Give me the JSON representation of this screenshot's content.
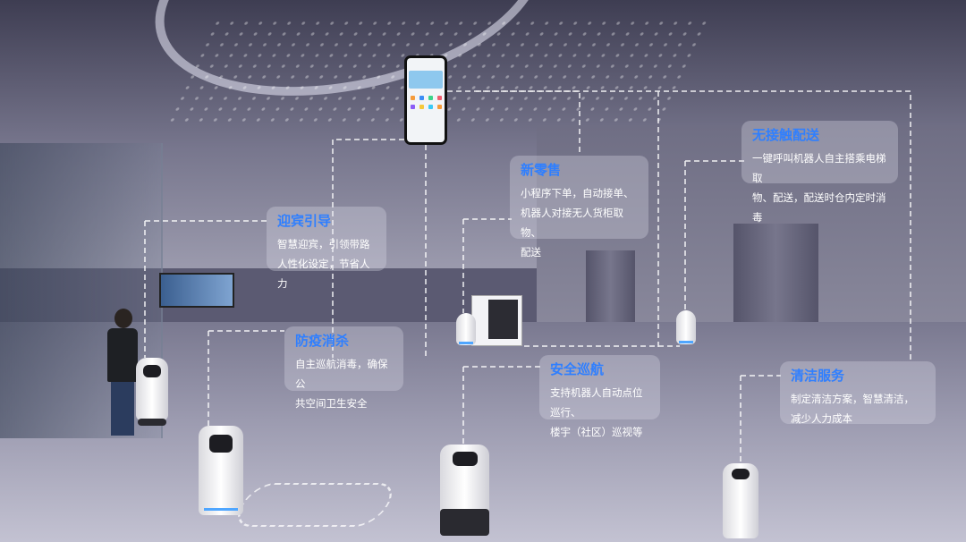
{
  "cards": {
    "welcome": {
      "title": "迎宾引导",
      "desc": "智慧迎宾，引领带路\n人性化设定，节省人力"
    },
    "disinfect": {
      "title": "防疫消杀",
      "desc": "自主巡航消毒，确保公\n共空间卫生安全"
    },
    "retail": {
      "title": "新零售",
      "desc": "小程序下单，自动接单、\n机器人对接无人货柜取物、\n配送"
    },
    "security": {
      "title": "安全巡航",
      "desc": "支持机器人自动点位巡行、\n楼宇（社区）巡视等"
    },
    "delivery": {
      "title": "无接触配送",
      "desc": "一键呼叫机器人自主搭乘电梯取\n物、配送，配送时仓内定时消毒"
    },
    "cleaning": {
      "title": "清洁服务",
      "desc": "制定清洁方案，智慧清洁，\n减少人力成本"
    }
  },
  "icons": {
    "phone": "smartphone-icon",
    "robot": "service-robot-icon",
    "vending": "vending-machine-icon"
  },
  "colors": {
    "title": "#2f7fff",
    "card_bg": "rgba(220,220,232,0.32)",
    "dashed_line": "#ffffff"
  }
}
